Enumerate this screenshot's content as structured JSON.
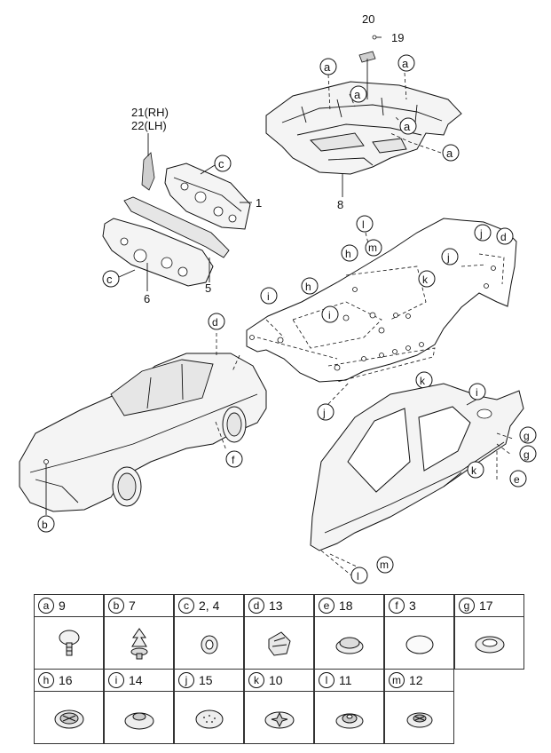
{
  "diagram": {
    "callouts": {
      "a": "a",
      "b": "b",
      "c": "c",
      "d": "d",
      "e": "e",
      "f": "f",
      "g": "g",
      "h": "h",
      "i": "i",
      "j": "j",
      "k": "k",
      "l": "l",
      "m": "m"
    },
    "part_numbers": {
      "p1": "1",
      "p5": "5",
      "p6": "6",
      "p8": "8",
      "p19": "19",
      "p20": "20",
      "p21": "21(RH)",
      "p22": "22(LH)"
    }
  },
  "legend": {
    "cells": [
      {
        "letter": "a",
        "number": "9",
        "icon": "flat-head-push-clip-icon"
      },
      {
        "letter": "b",
        "number": "7",
        "icon": "christmas-tree-clip-icon"
      },
      {
        "letter": "c",
        "number": "2, 4",
        "icon": "round-grommet-icon"
      },
      {
        "letter": "d",
        "number": "13",
        "icon": "retainer-clip-icon"
      },
      {
        "letter": "e",
        "number": "18",
        "icon": "domed-plug-icon"
      },
      {
        "letter": "f",
        "number": "3",
        "icon": "flat-seal-plug-icon"
      },
      {
        "letter": "g",
        "number": "17",
        "icon": "ring-plug-icon"
      },
      {
        "letter": "h",
        "number": "16",
        "icon": "cross-vent-plug-icon"
      },
      {
        "letter": "i",
        "number": "14",
        "icon": "flanged-plug-icon"
      },
      {
        "letter": "j",
        "number": "15",
        "icon": "dotted-plug-icon"
      },
      {
        "letter": "k",
        "number": "10",
        "icon": "star-plug-icon"
      },
      {
        "letter": "l",
        "number": "11",
        "icon": "stepped-plug-icon"
      },
      {
        "letter": "m",
        "number": "12",
        "icon": "small-cross-plug-icon"
      }
    ]
  }
}
